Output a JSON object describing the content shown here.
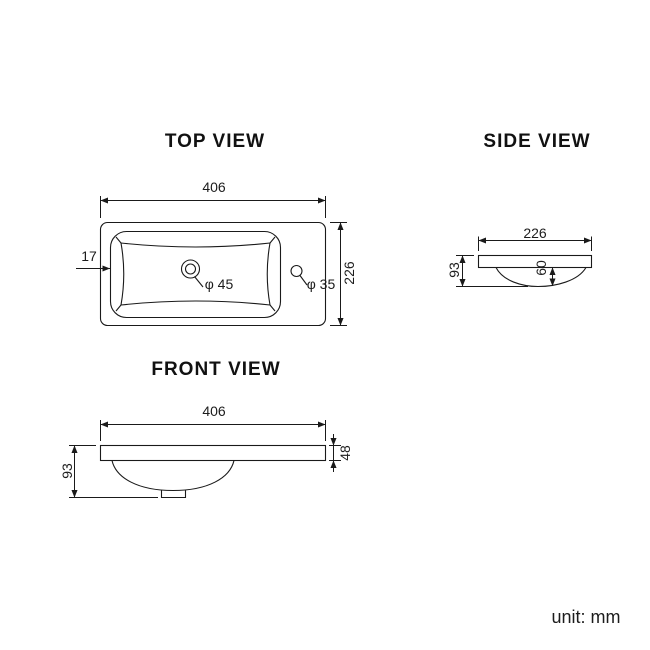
{
  "page": {
    "background": "#ffffff",
    "line_color": "#1a1a1a",
    "text_color": "#1c1c1c",
    "unit_label": "unit: mm"
  },
  "top_view": {
    "title": "TOP VIEW",
    "width_dim": "406",
    "depth_dim": "226",
    "rim_offset_dim": "17",
    "faucet_hole_dim": "φ 45",
    "overflow_hole_dim": "φ 35"
  },
  "side_view": {
    "title": "SIDE VIEW",
    "depth_dim": "226",
    "height_dim": "93",
    "bowl_depth_dim": "60"
  },
  "front_view": {
    "title": "FRONT VIEW",
    "width_dim": "406",
    "height_dim": "93",
    "deck_thickness_dim": "48"
  }
}
